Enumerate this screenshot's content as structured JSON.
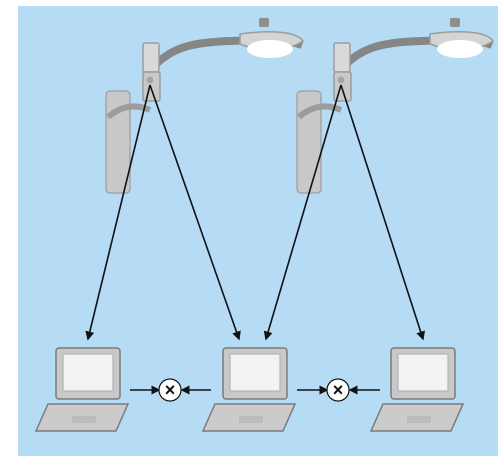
{
  "diagram": {
    "background_color": "#b5dcf4",
    "pole_color": "#c8c8c8",
    "lamp_color": "#d4d4d4",
    "lamp_glow_color": "#ffffff",
    "arrow_color": "#111111",
    "laptop_body_color": "#c9c9c9",
    "laptop_screen_color": "#f2f2f2",
    "blocked_symbol": "×",
    "blocked_icon": "x-circle-icon",
    "streetlights": [
      {
        "id": "left",
        "access_point_icon": "access-point-icon"
      },
      {
        "id": "right",
        "access_point_icon": "access-point-icon"
      }
    ],
    "laptops": [
      {
        "id": "left",
        "icon": "laptop-icon"
      },
      {
        "id": "center",
        "icon": "laptop-icon"
      },
      {
        "id": "right",
        "icon": "laptop-icon"
      }
    ],
    "links": [
      {
        "from": "access-point-left",
        "to": "laptop-left",
        "type": "wireless"
      },
      {
        "from": "access-point-left",
        "to": "laptop-center",
        "type": "wireless"
      },
      {
        "from": "access-point-right",
        "to": "laptop-center",
        "type": "wireless"
      },
      {
        "from": "access-point-right",
        "to": "laptop-right",
        "type": "wireless"
      }
    ],
    "blocked_links": [
      {
        "from": "laptop-left",
        "to": "laptop-center"
      },
      {
        "from": "laptop-center",
        "to": "laptop-right"
      }
    ]
  }
}
